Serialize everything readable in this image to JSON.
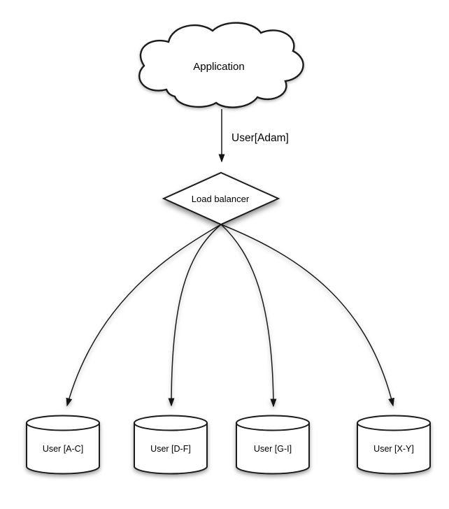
{
  "diagram": {
    "kind": "database-sharding-flow",
    "nodes": {
      "application": {
        "label": "Application",
        "shape": "cloud"
      },
      "load_balancer": {
        "label": "Load balancer",
        "shape": "diamond"
      },
      "shards": [
        {
          "label": "User [A-C]",
          "shape": "cylinder"
        },
        {
          "label": "User [D-F]",
          "shape": "cylinder"
        },
        {
          "label": "User [G-I]",
          "shape": "cylinder"
        },
        {
          "label": "User [X-Y]",
          "shape": "cylinder"
        }
      ]
    },
    "edges": {
      "app_to_lb": {
        "label": "User[Adam]"
      }
    },
    "colors": {
      "stroke": "#1b1b1b",
      "fill": "#ffffff",
      "text": "#000000",
      "background": "#ffffff"
    }
  }
}
